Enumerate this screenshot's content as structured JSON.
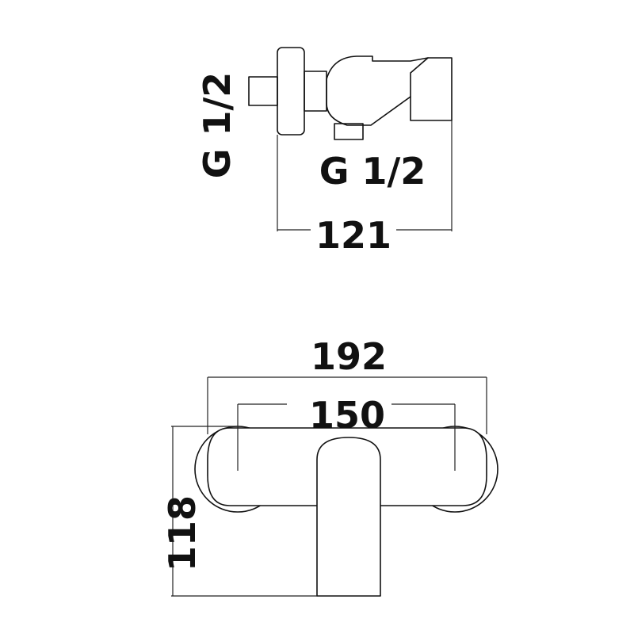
{
  "side_view": {
    "thread_vertical_label": "G 1/2",
    "thread_horizontal_label": "G 1/2",
    "depth_label": "121"
  },
  "front_view": {
    "width_outer_label": "192",
    "width_centres_label": "150",
    "height_label": "118"
  },
  "colors": {
    "ink": "#111111",
    "background": "#ffffff"
  }
}
